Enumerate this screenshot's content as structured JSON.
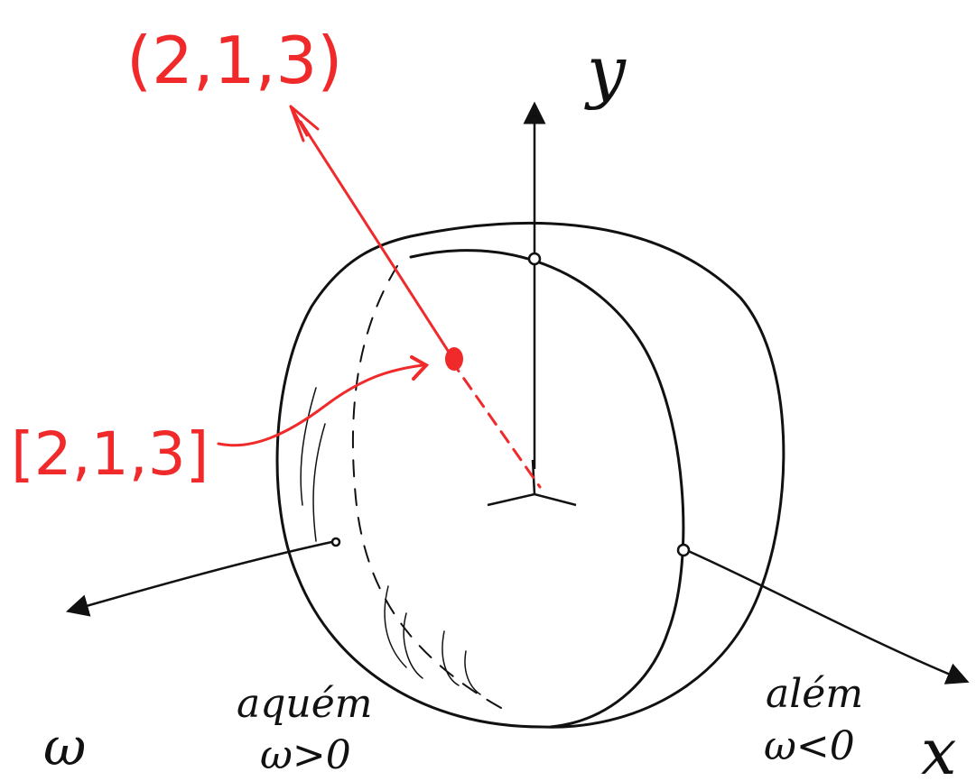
{
  "colors": {
    "ink": "#111111",
    "red": "#f02a2a",
    "paper": "#ffffff"
  },
  "labels": {
    "vector_point": "(2,1,3)",
    "vector_projective": "[2,1,3]",
    "axis_y": "y",
    "axis_x": "x",
    "axis_w": "ω",
    "near_side_title": "aquém",
    "near_side_condition": "ω>0",
    "far_side_title": "além",
    "far_side_condition": "ω<0"
  },
  "icons": [
    "arrowhead-y-icon",
    "arrowhead-x-icon",
    "arrowhead-w-icon",
    "arrowhead-red-icon"
  ]
}
